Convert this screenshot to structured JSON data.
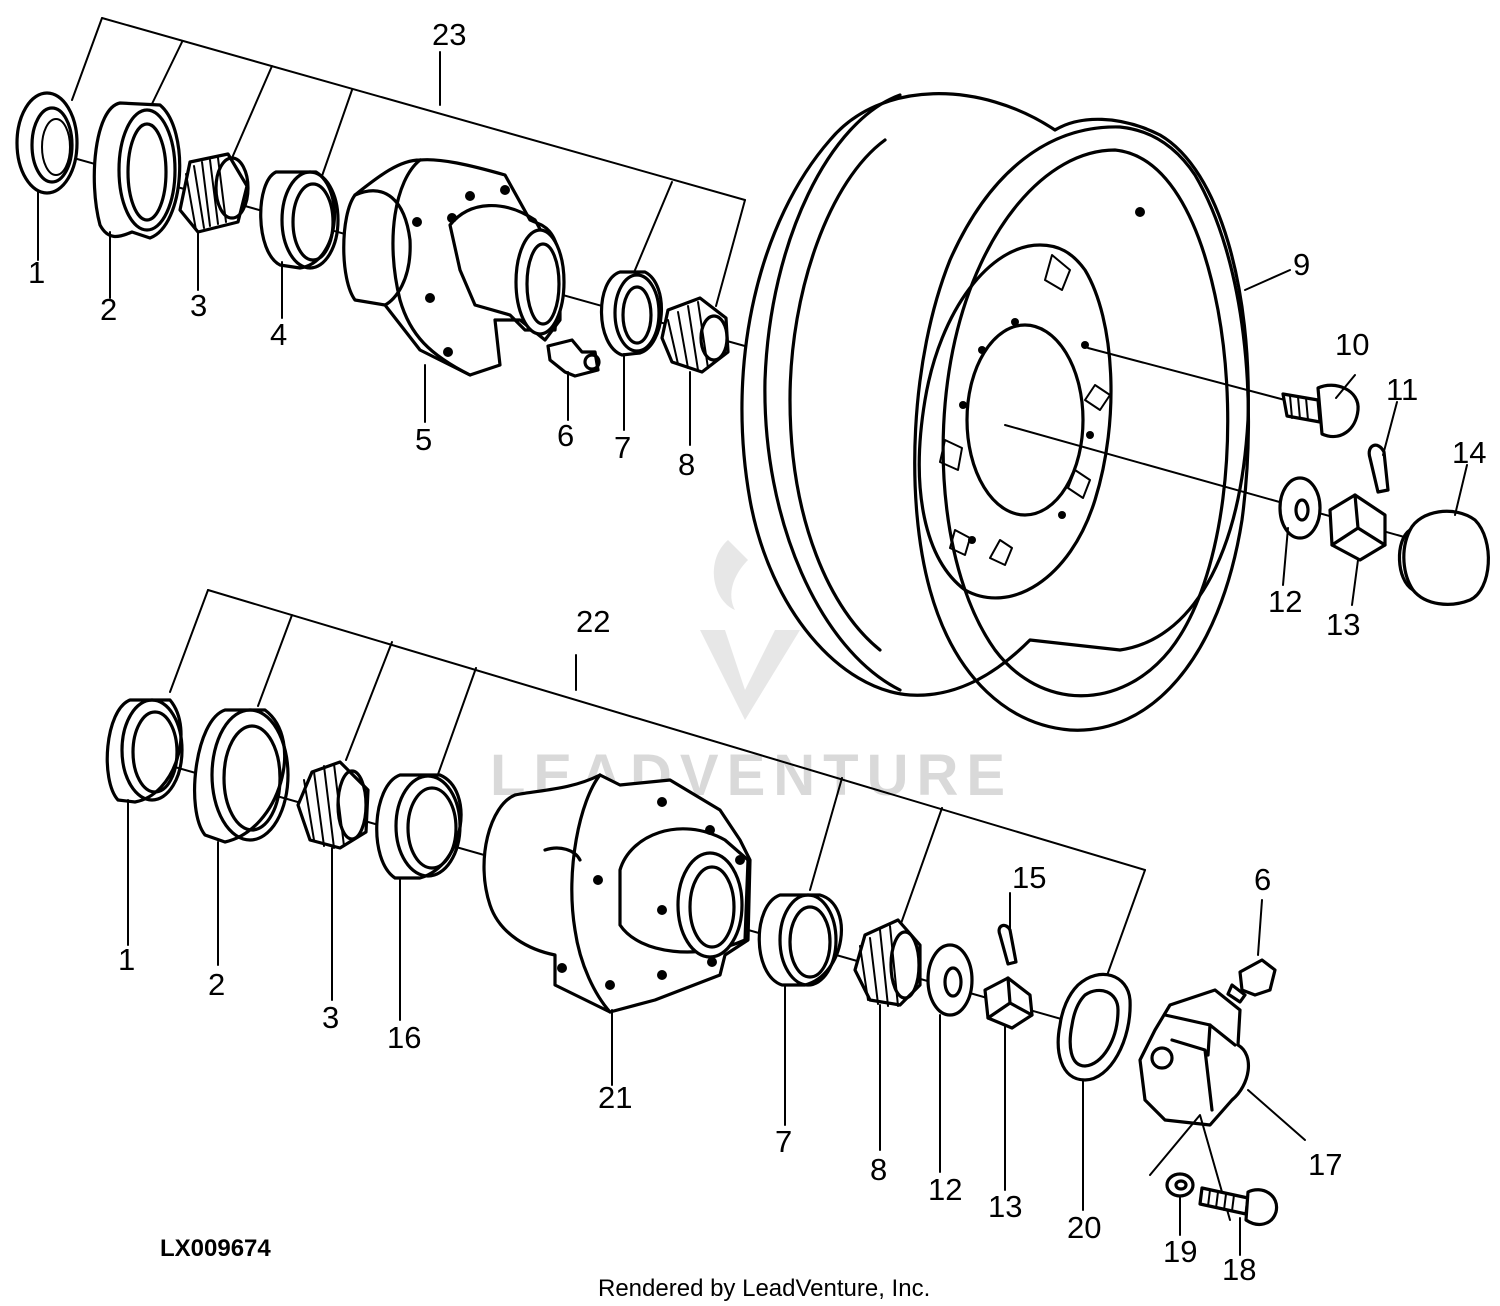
{
  "diagram": {
    "part_labels": [
      {
        "id": "c1a",
        "text": "1"
      },
      {
        "id": "c2a",
        "text": "2"
      },
      {
        "id": "c3a",
        "text": "3"
      },
      {
        "id": "c4",
        "text": "4"
      },
      {
        "id": "c5",
        "text": "5"
      },
      {
        "id": "c6a",
        "text": "6"
      },
      {
        "id": "c7a",
        "text": "7"
      },
      {
        "id": "c8a",
        "text": "8"
      },
      {
        "id": "c9",
        "text": "9"
      },
      {
        "id": "c10",
        "text": "10"
      },
      {
        "id": "c11",
        "text": "11"
      },
      {
        "id": "c12a",
        "text": "12"
      },
      {
        "id": "c13a",
        "text": "13"
      },
      {
        "id": "c14",
        "text": "14"
      },
      {
        "id": "c23",
        "text": "23"
      },
      {
        "id": "c22",
        "text": "22"
      },
      {
        "id": "c1b",
        "text": "1"
      },
      {
        "id": "c2b",
        "text": "2"
      },
      {
        "id": "c3b",
        "text": "3"
      },
      {
        "id": "c16",
        "text": "16"
      },
      {
        "id": "c21",
        "text": "21"
      },
      {
        "id": "c7b",
        "text": "7"
      },
      {
        "id": "c8b",
        "text": "8"
      },
      {
        "id": "c12b",
        "text": "12"
      },
      {
        "id": "c13b",
        "text": "13"
      },
      {
        "id": "c15",
        "text": "15"
      },
      {
        "id": "c20",
        "text": "20"
      },
      {
        "id": "c6b",
        "text": "6"
      },
      {
        "id": "c17",
        "text": "17"
      },
      {
        "id": "c19",
        "text": "19"
      },
      {
        "id": "c18",
        "text": "18"
      }
    ],
    "drawing_code": "LX009674",
    "footer": "Rendered by LeadVenture, Inc.",
    "watermark": "LEADVENTURE"
  }
}
